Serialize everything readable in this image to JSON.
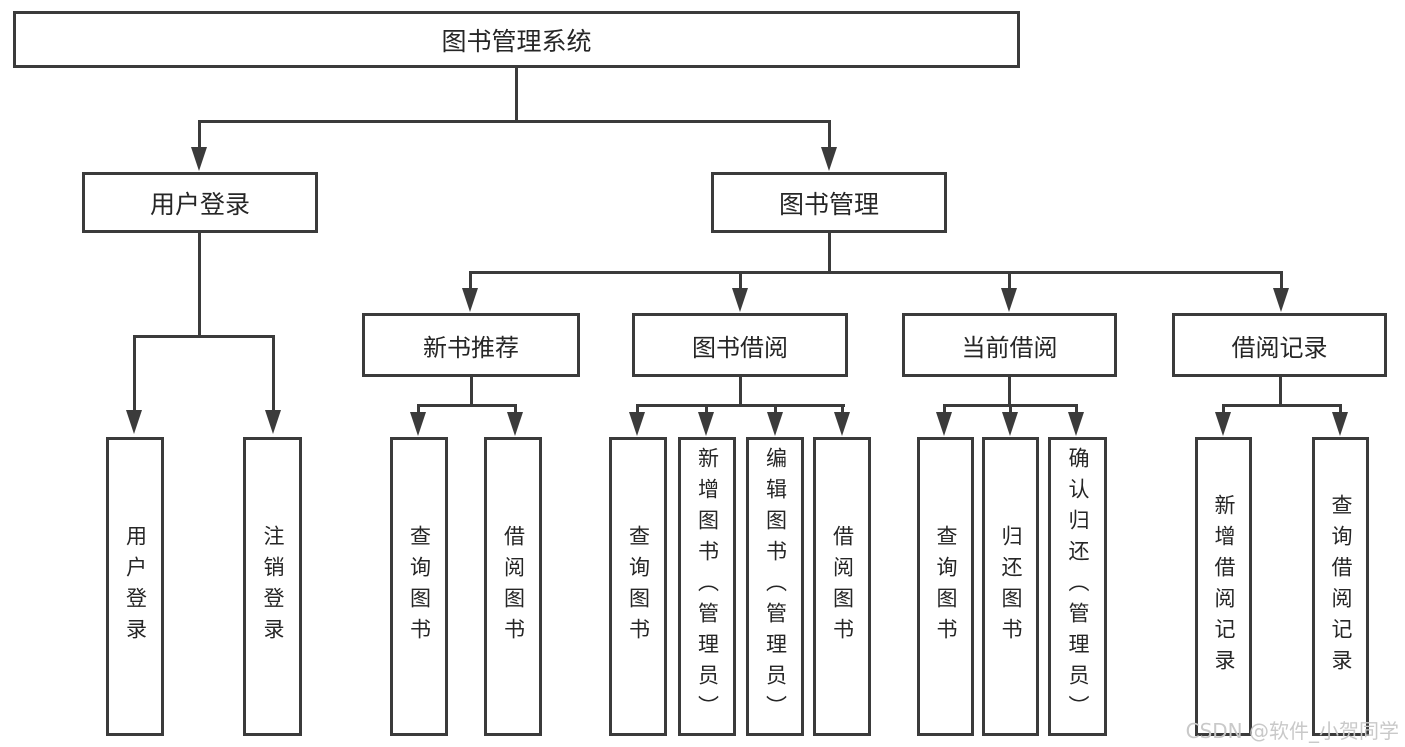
{
  "diagram": {
    "nodes": {
      "root": "图书管理系统",
      "user_login": "用户登录",
      "book_mgmt": "图书管理",
      "new_books": "新书推荐",
      "book_borrow": "图书借阅",
      "current_borrow": "当前借阅",
      "borrow_records": "借阅记录",
      "leaf_login": "用户登录",
      "leaf_logout": "注销登录",
      "leaf_nb_query": "查询图书",
      "leaf_nb_borrow": "借阅图书",
      "leaf_bb_query": "查询图书",
      "leaf_bb_add": "新增图书（管理员）",
      "leaf_bb_edit": "编辑图书（管理员）",
      "leaf_bb_borrow": "借阅图书",
      "leaf_cb_query": "查询图书",
      "leaf_cb_return": "归还图书",
      "leaf_cb_confirm": "确认归还（管理员）",
      "leaf_br_add": "新增借阅记录",
      "leaf_br_query": "查询借阅记录"
    },
    "watermark": "CSDN @软件_小贺同学",
    "colors": {
      "line": "#3b3b3b",
      "text": "#262626",
      "background": "#ffffff",
      "watermark": "#c9c9c9"
    }
  }
}
